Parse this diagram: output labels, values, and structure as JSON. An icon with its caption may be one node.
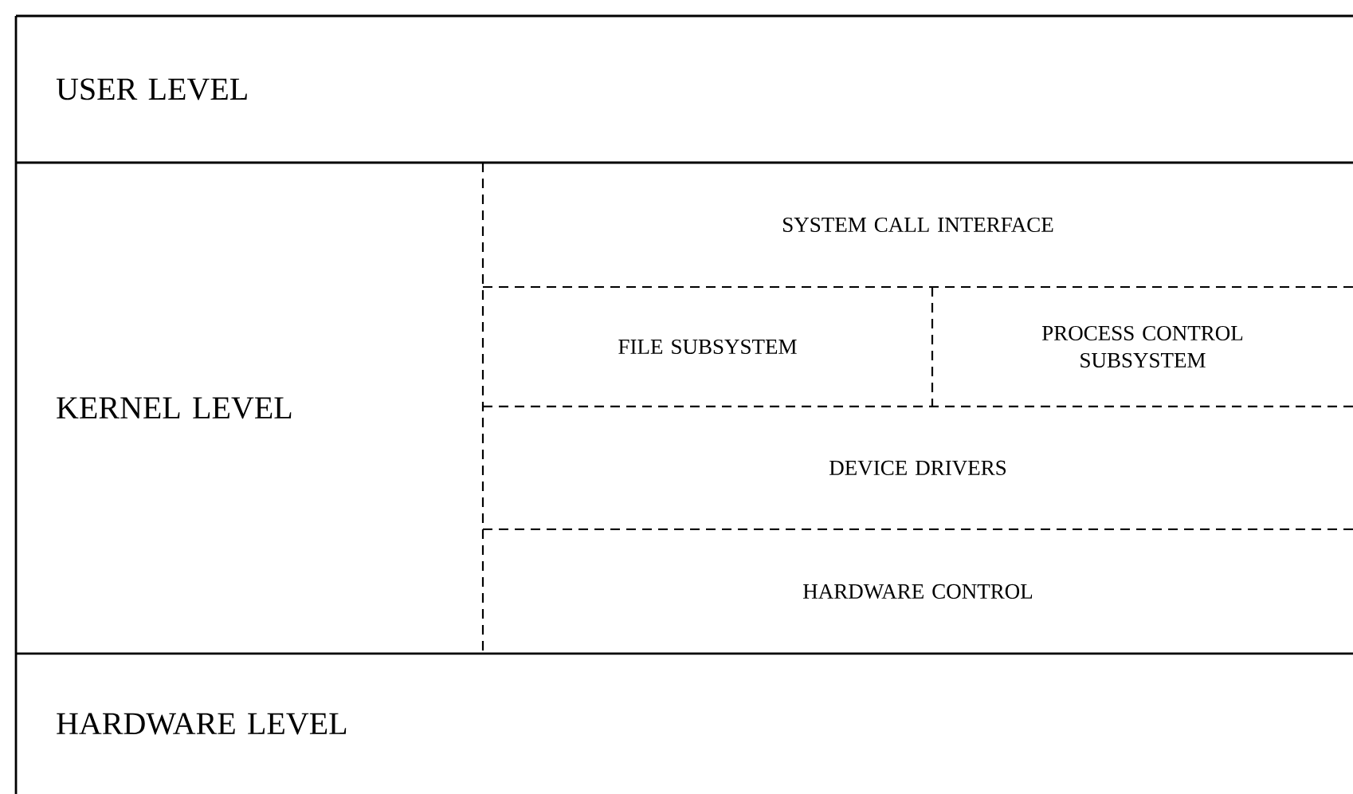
{
  "diagram": {
    "nodes": [
      {
        "text": [
          "USER LEVEL"
        ]
      },
      {
        "text": [
          "KERNEL LEVEL"
        ]
      },
      {
        "text": [
          "SYSTEM CALL INTERFACE"
        ],
        "in": 1
      },
      {
        "text": [
          "FILE SUBSYSTEM"
        ],
        "in": 1
      },
      {
        "text": [
          "PROCESS CONTROL SUBSYSTEM"
        ],
        "in": 1
      },
      {
        "text": [
          "DEVICE DRIVERS"
        ],
        "in": 1
      },
      {
        "text": [
          "HARDWARE CONTROL"
        ],
        "in": 1
      },
      {
        "text": [
          "HARDWARE LEVEL"
        ]
      }
    ]
  }
}
